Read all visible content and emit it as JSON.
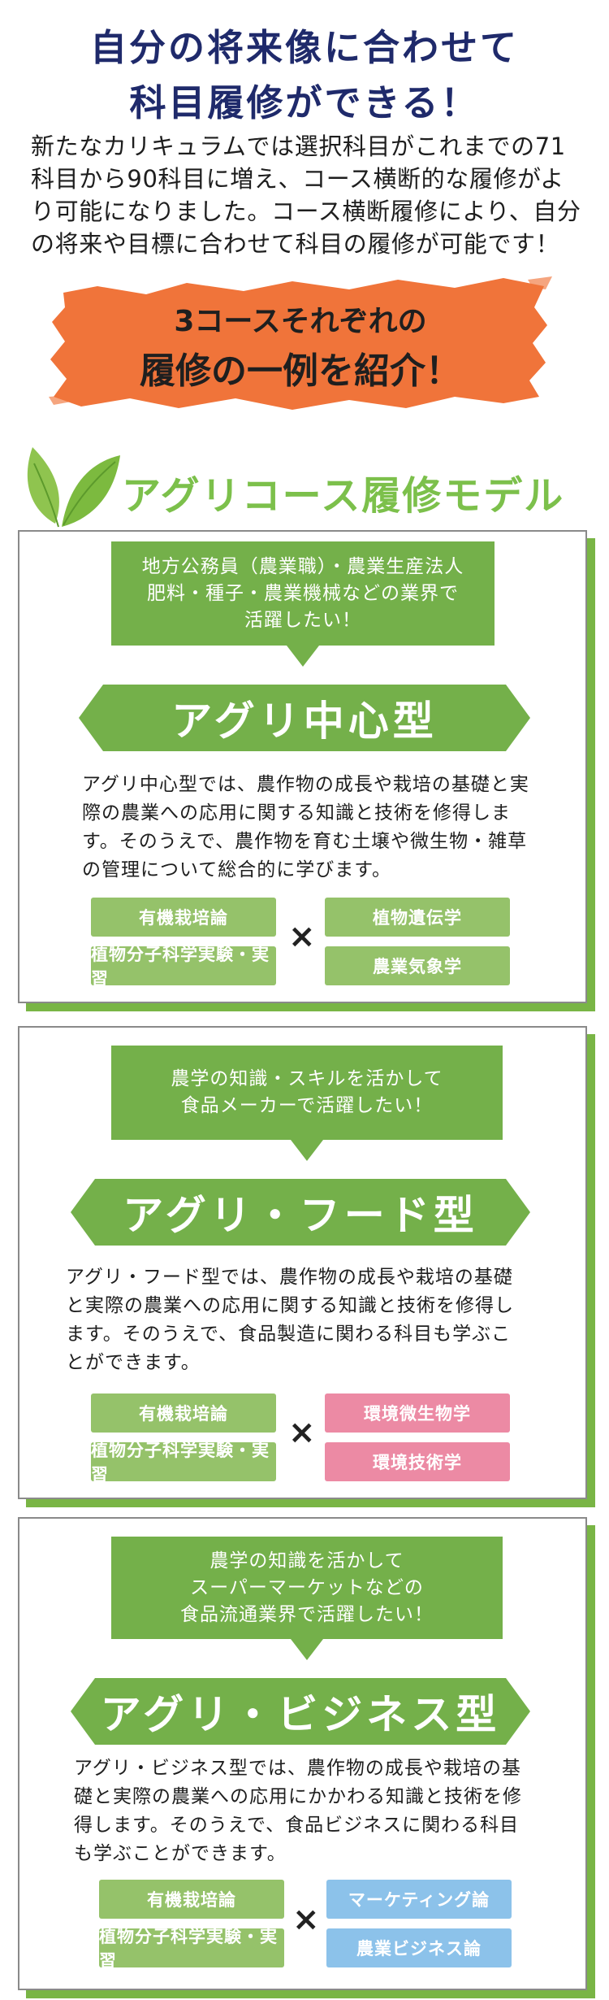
{
  "header": {
    "title_line1": "自分の将来像に合わせて",
    "title_line2": "科目履修ができる！",
    "intro": "新たなカリキュラムでは選択科目がこれまでの71科目から90科目に増え、コース横断的な履修がより可能になりました。コース横断履修により、自分の将来や目標に合わせて科目の履修が可能です！"
  },
  "callout": {
    "line1": "3コースそれぞれの",
    "line2": "履修の一例を紹介！"
  },
  "section": {
    "title": "アグリコース履修モデル"
  },
  "colors": {
    "navy": "#1f2a6b",
    "green": "#74b04a",
    "light_green": "#95c26a",
    "orange": "#f0743a",
    "pink": "#ec8aa4",
    "blue": "#8cc2ea"
  },
  "courses": [
    {
      "goal_lines": [
        "地方公務員（農業職）・農業生産法人",
        "肥料・種子・農業機械などの業界で",
        "活躍したい！"
      ],
      "type_name": "アグリ中心型",
      "description": "アグリ中心型では、農作物の成長や栽培の基礎と実際の農業への応用に関する知識と技術を修得します。そのうえで、農作物を育む土壌や微生物・雑草の管理について総合的に学びます。",
      "left_subjects": [
        "有機栽培論",
        "植物分子科学実験・実習"
      ],
      "cross": "×",
      "right_subjects": [
        "植物遺伝学",
        "農業気象学"
      ]
    },
    {
      "goal_lines": [
        "農学の知識・スキルを活かして",
        "食品メーカーで活躍したい！"
      ],
      "type_name": "アグリ・フード型",
      "description": "アグリ・フード型では、農作物の成長や栽培の基礎と実際の農業への応用に関する知識と技術を修得します。そのうえで、食品製造に関わる科目も学ぶことができます。",
      "left_subjects": [
        "有機栽培論",
        "植物分子科学実験・実習"
      ],
      "cross": "×",
      "right_subjects": [
        "環境微生物学",
        "環境技術学"
      ]
    },
    {
      "goal_lines": [
        "農学の知識を活かして",
        "スーパーマーケットなどの",
        "食品流通業界で活躍したい！"
      ],
      "type_name": "アグリ・ビジネス型",
      "description": "アグリ・ビジネス型では、農作物の成長や栽培の基礎と実際の農業への応用にかかわる知識と技術を修得します。そのうえで、食品ビジネスに関わる科目も学ぶことができます。",
      "left_subjects": [
        "有機栽培論",
        "植物分子科学実験・実習"
      ],
      "cross": "×",
      "right_subjects": [
        "マーケティング論",
        "農業ビジネス論"
      ]
    }
  ]
}
